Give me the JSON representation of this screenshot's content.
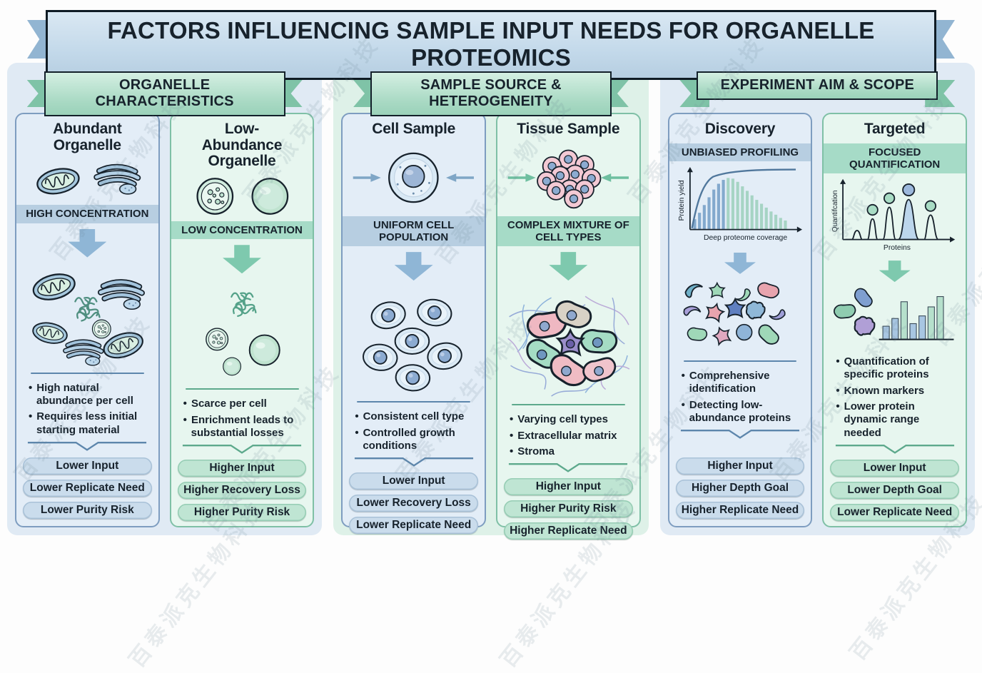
{
  "title": "FACTORS INFLUENCING SAMPLE INPUT NEEDS FOR ORGANELLE PROTEOMICS",
  "watermark": "百泰派克生物科技",
  "colors": {
    "blue_accent": "#7e9dc0",
    "green_accent": "#7fc0a6",
    "band_blue": "#b7cee1",
    "band_green": "#a6dbc7",
    "ribbon_green": "#a8d9c3",
    "ribbon_blue": "#c3d9ea",
    "panel_blue": "#e0eaf4",
    "panel_green": "#def1e8"
  },
  "illustrations": {
    "abundant": [
      "mitochondrion",
      "golgi-apparatus",
      "organelle-mixture"
    ],
    "low_abundance": [
      "dotted-vesicle",
      "plain-vesicle",
      "sparse-organelles"
    ],
    "cell_sample": [
      "single-cell",
      "uniform-cell-cluster"
    ],
    "tissue_sample": [
      "tissue-clump",
      "mixed-cell-matrix"
    ],
    "discovery": [
      "yield-vs-coverage-chart",
      "protein-blob-mixture"
    ],
    "targeted": [
      "quantification-peak-chart",
      "marker-bar-chart"
    ]
  },
  "sections": [
    {
      "banner": "ORGANELLE CHARACTERISTICS",
      "columns": [
        {
          "title": "Abundant Organelle",
          "band": "HIGH CONCENTRATION",
          "bullets": [
            "High natural abundance per cell",
            "Requires less initial starting material"
          ],
          "badges": [
            "Lower Input",
            "Lower Replicate Need",
            "Lower Purity Risk"
          ]
        },
        {
          "title": "Low-Abundance Organelle",
          "band": "LOW CONCENTRATION",
          "bullets": [
            "Scarce per cell",
            "Enrichment leads to substantial losses"
          ],
          "badges": [
            "Higher Input",
            "Higher Recovery Loss",
            "Higher Purity Risk"
          ]
        }
      ]
    },
    {
      "banner": "SAMPLE SOURCE & HETEROGENEITY",
      "columns": [
        {
          "title": "Cell Sample",
          "band": "UNIFORM CELL POPULATION",
          "bullets": [
            "Consistent cell type",
            "Controlled growth conditions"
          ],
          "badges": [
            "Lower Input",
            "Lower Recovery Loss",
            "Lower Replicate Need"
          ]
        },
        {
          "title": "Tissue Sample",
          "band": "COMPLEX MIXTURE OF CELL TYPES",
          "bullets": [
            "Varying cell types",
            "Extracellular matrix",
            "Stroma"
          ],
          "badges": [
            "Higher Input",
            "Higher Purity Risk",
            "Higher Replicate Need"
          ]
        }
      ]
    },
    {
      "banner": "EXPERIMENT AIM & SCOPE",
      "columns": [
        {
          "title": "Discovery",
          "band": "UNBIASED PROFILING",
          "chart": {
            "type": "line+bar",
            "ylabel": "Protein yield",
            "xlabel": "Deep proteome coverage"
          },
          "bullets": [
            "Comprehensive identification",
            "Detecting low-abundance proteins"
          ],
          "badges": [
            "Higher Input",
            "Higher Depth Goal",
            "Higher Replicate Need"
          ]
        },
        {
          "title": "Targeted",
          "band": "FOCUSED QUANTIFICATION",
          "chart": {
            "type": "peaks",
            "ylabel": "Quantifcation",
            "xlabel": "Proteins"
          },
          "bullets": [
            "Quantification of specific proteins",
            "Known markers",
            "Lower protein dynamic range needed"
          ],
          "badges": [
            "Lower Input",
            "Lower Depth Goal",
            "Lower Replicate Need"
          ]
        }
      ]
    }
  ]
}
